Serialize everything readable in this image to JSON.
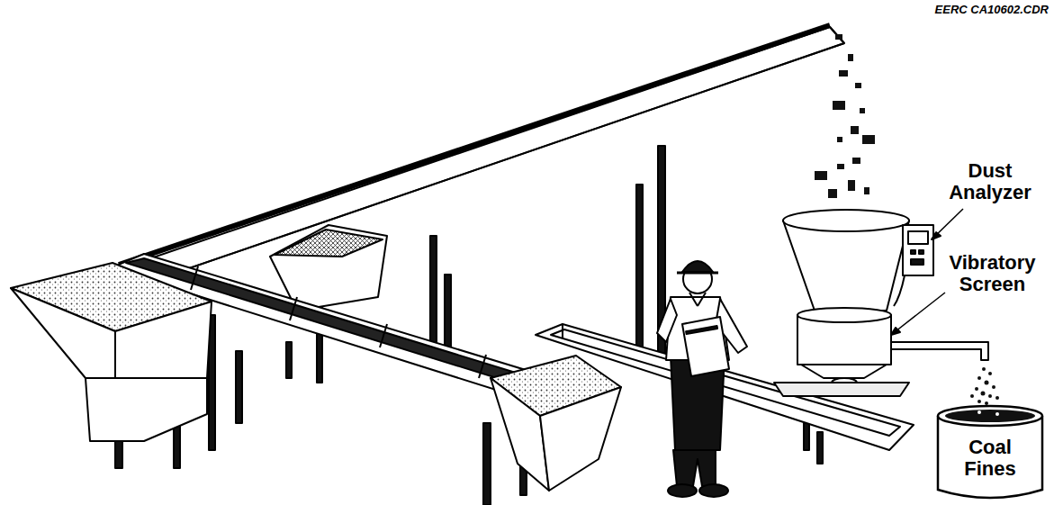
{
  "diagram": {
    "nodes": [
      {
        "text": [
          "Coal Fines"
        ]
      }
    ],
    "labels": [
      "EERC CA10602.CDR",
      "Dust Analyzer",
      "Vibratory Screen"
    ]
  }
}
